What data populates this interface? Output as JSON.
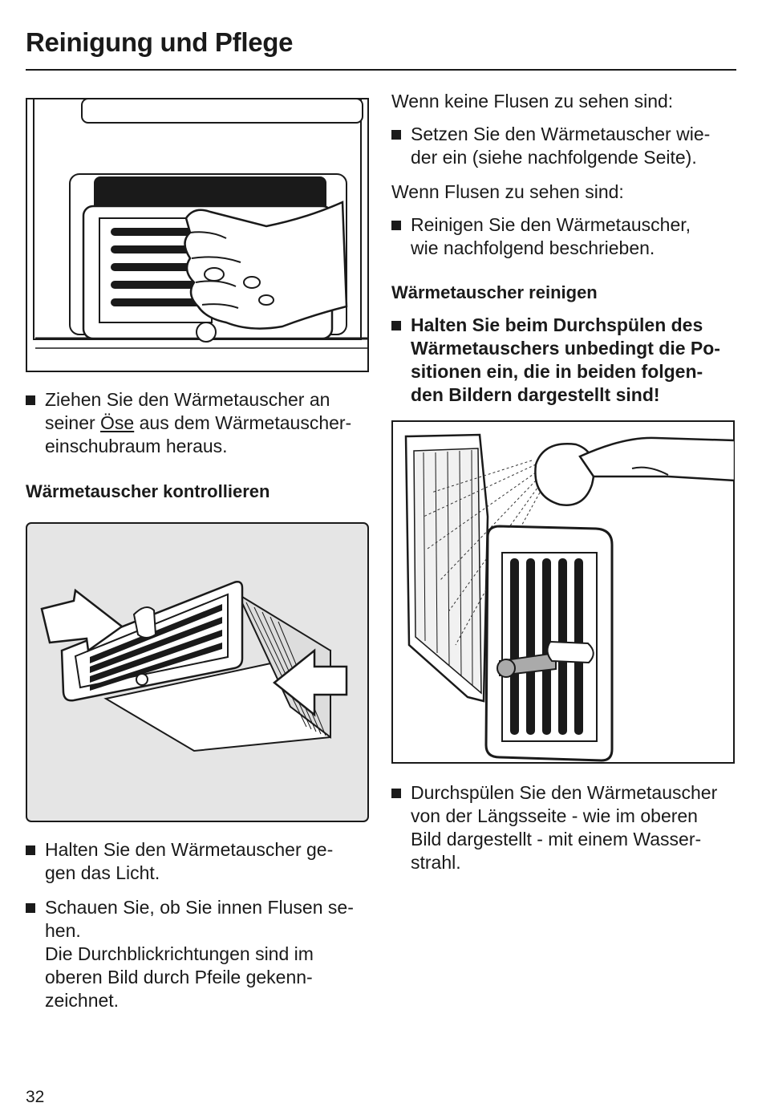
{
  "page": {
    "title": "Reinigung und Pflege",
    "page_number": "32"
  },
  "left": {
    "step1_a": "Ziehen Sie den Wärmetauscher an",
    "step1_b_pre": "seiner ",
    "step1_b_link": "Öse",
    "step1_b_post": " aus dem Wärmetauscher-",
    "step1_c": "einschubraum heraus.",
    "heading_check": "Wärmetauscher kontrollieren",
    "step2_a": "Halten Sie den Wärmetauscher ge-",
    "step2_b": "gen das Licht.",
    "step3_a": "Schauen Sie, ob Sie innen Flusen se-",
    "step3_b": "hen.",
    "step3_c": "Die Durchblickrichtungen sind im",
    "step3_d": "oberen Bild durch Pfeile gekenn-",
    "step3_e": "zeichnet."
  },
  "right": {
    "no_lint": "Wenn keine Flusen zu sehen sind:",
    "step_reinsert_a": "Setzen Sie den Wärmetauscher wie-",
    "step_reinsert_b": "der ein (siehe nachfolgende Seite).",
    "lint": "Wenn Flusen zu sehen sind:",
    "step_clean_a": "Reinigen Sie den Wärmetauscher,",
    "step_clean_b": "wie nachfolgend beschrieben.",
    "heading_clean": "Wärmetauscher reinigen",
    "warn_a": "Halten Sie beim Durchspülen des",
    "warn_b": "Wärmetauschers unbedingt die Po-",
    "warn_c": "sitionen ein, die in beiden folgen-",
    "warn_d": "den Bildern dargestellt sind!",
    "step_rinse_a": "Durchspülen Sie den Wärmetauscher",
    "step_rinse_b": "von der Längsseite - wie im oberen",
    "step_rinse_c": "Bild dargestellt - mit einem Wasser-",
    "step_rinse_d": "strahl."
  }
}
